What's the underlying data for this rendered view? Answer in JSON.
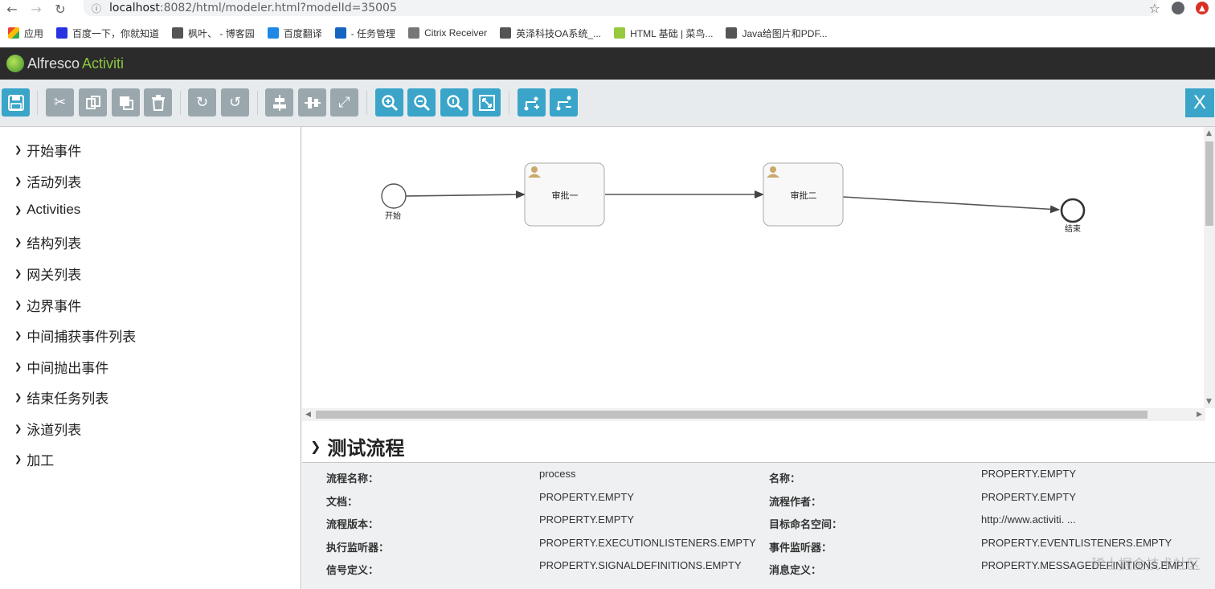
{
  "browser": {
    "url_host": "localhost",
    "url_path": ":8082/html/modeler.html?modelId=35005"
  },
  "bookmarks": [
    {
      "label": "应用",
      "icon": "apps-icon",
      "color": "#ea4335"
    },
    {
      "label": "百度一下，你就知道",
      "icon": "baidu-icon",
      "color": "#2932e1"
    },
    {
      "label": "枫叶、 - 博客园",
      "icon": "leaf-icon",
      "color": "#555555"
    },
    {
      "label": "百度翻译",
      "icon": "translate-icon",
      "color": "#1e88e5"
    },
    {
      "label": "- 任务管理",
      "icon": "task-icon",
      "color": "#1565c0"
    },
    {
      "label": "Citrix Receiver",
      "icon": "globe-icon",
      "color": "#777777"
    },
    {
      "label": "英泽科技OA系统_...",
      "icon": "globe-icon",
      "color": "#555555"
    },
    {
      "label": "HTML 基础 | 菜鸟...",
      "icon": "runoob-icon",
      "color": "#96c93d"
    },
    {
      "label": "Java给图片和PDF...",
      "icon": "leaf-icon",
      "color": "#555555"
    }
  ],
  "app": {
    "logo_a": "Alfresco",
    "logo_b": "Activiti",
    "close_label": "X"
  },
  "palette": [
    "开始事件",
    "活动列表",
    "Activities",
    "结构列表",
    "网关列表",
    "边界事件",
    "中间捕获事件列表",
    "中间抛出事件",
    "结束任务列表",
    "泳道列表",
    "加工"
  ],
  "diagram": {
    "start_label": "开始",
    "task1_label": "审批一",
    "task2_label": "审批二",
    "end_label": "结束"
  },
  "properties": {
    "title": "测试流程",
    "rows": [
      {
        "l1": "流程名称：",
        "v1": "process",
        "l2": "名称：",
        "v2": "PROPERTY.EMPTY"
      },
      {
        "l1": "文档：",
        "v1": "PROPERTY.EMPTY",
        "l2": "流程作者：",
        "v2": "PROPERTY.EMPTY"
      },
      {
        "l1": "流程版本：",
        "v1": "PROPERTY.EMPTY",
        "l2": "目标命名空间：",
        "v2": "http://www.activiti. ..."
      },
      {
        "l1": "执行监听器：",
        "v1": "PROPERTY.EXECUTIONLISTENERS.EMPTY",
        "l2": "事件监听器：",
        "v2": "PROPERTY.EVENTLISTENERS.EMPTY"
      },
      {
        "l1": "信号定义：",
        "v1": "PROPERTY.SIGNALDEFINITIONS.EMPTY",
        "l2": "消息定义：",
        "v2": "PROPERTY.MESSAGEDEFINITIONS.EMPTY"
      }
    ]
  },
  "watermark": "稀土掘金技术社区"
}
